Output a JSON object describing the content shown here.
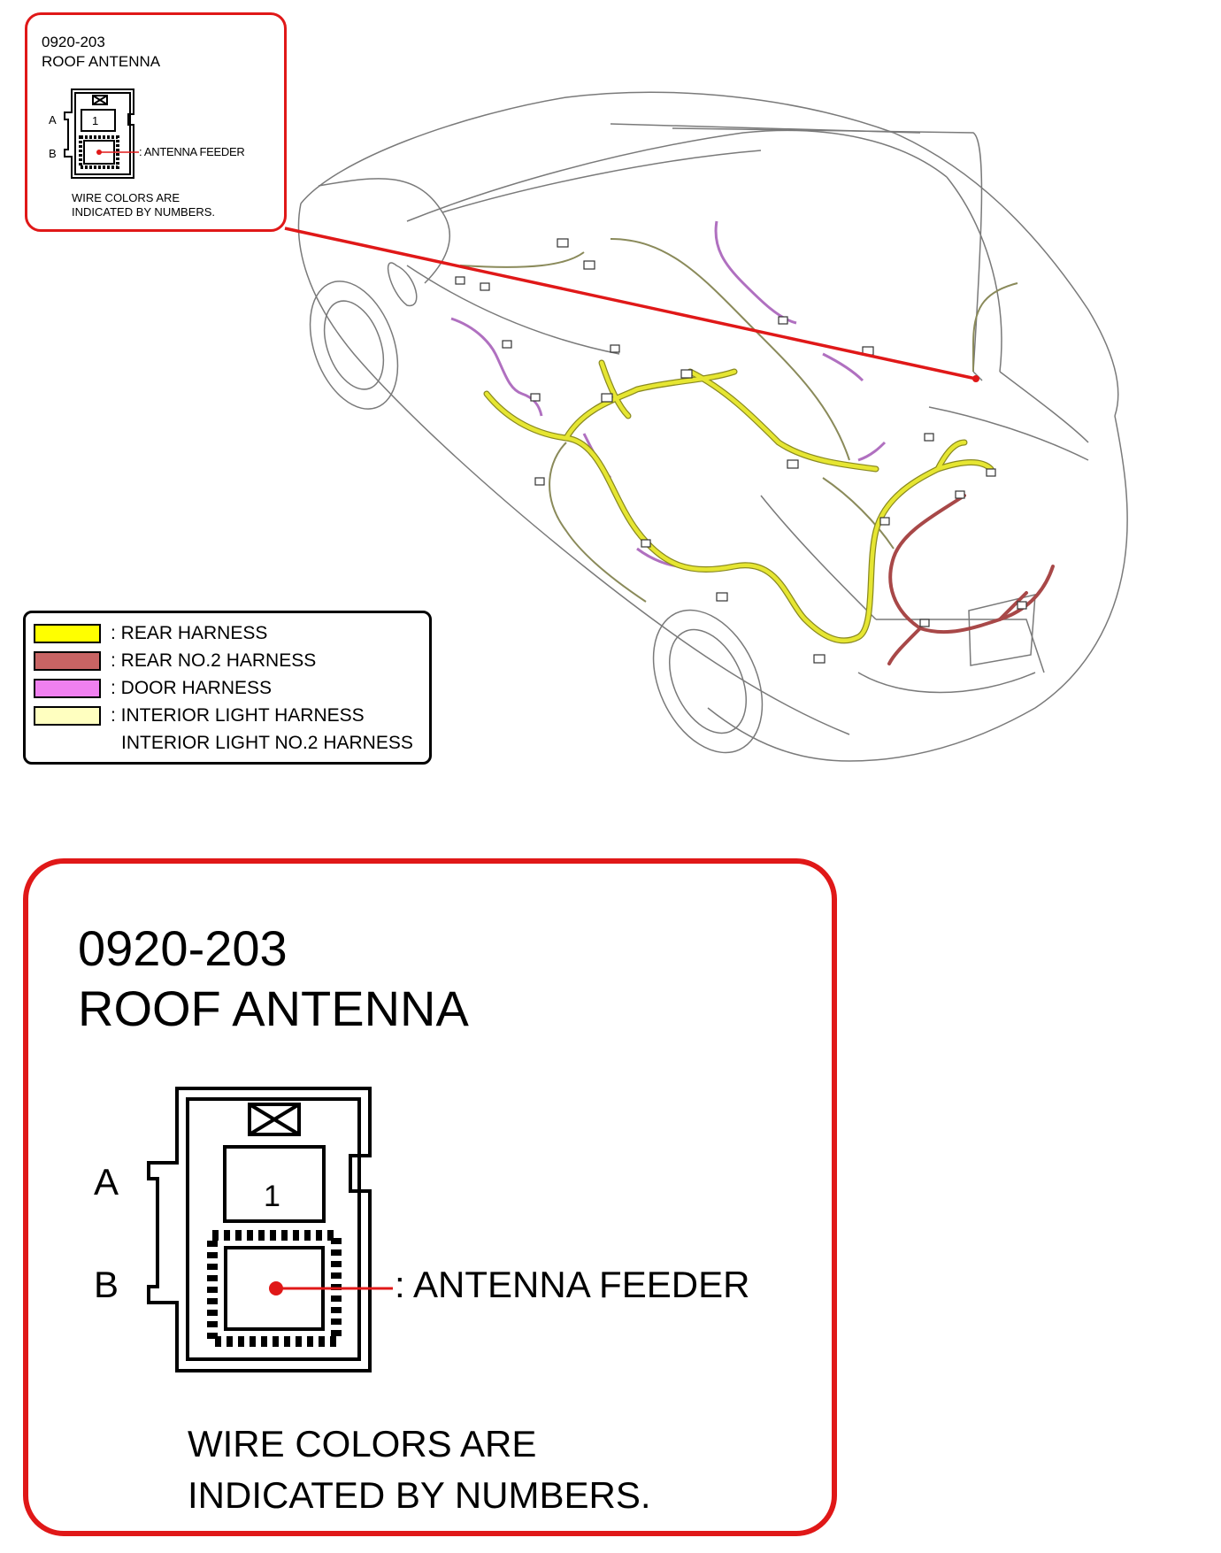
{
  "connector": {
    "code": "0920-203",
    "name": "ROOF ANTENNA",
    "label_a": "A",
    "label_b": "B",
    "pin_1": "1",
    "pin_b_desc": ": ANTENNA FEEDER",
    "note_line1": "WIRE COLORS ARE",
    "note_line2": "INDICATED BY NUMBERS."
  },
  "legend": {
    "items": [
      {
        "label": ": REAR HARNESS",
        "color": "#ffff00"
      },
      {
        "label": ": REAR NO.2 HARNESS",
        "color": "#c86464"
      },
      {
        "label": ": DOOR HARNESS",
        "color": "#f080f0"
      },
      {
        "label": ": INTERIOR LIGHT HARNESS",
        "color": "#ffffc0"
      }
    ],
    "extra_line": "INTERIOR LIGHT NO.2 HARNESS"
  },
  "colors": {
    "callout_red": "#e01818",
    "rear_harness": "#e6e632",
    "rear_no2_harness": "#a84848",
    "door_harness": "#b070c0",
    "interior_light_harness": "#8a8a5a"
  }
}
